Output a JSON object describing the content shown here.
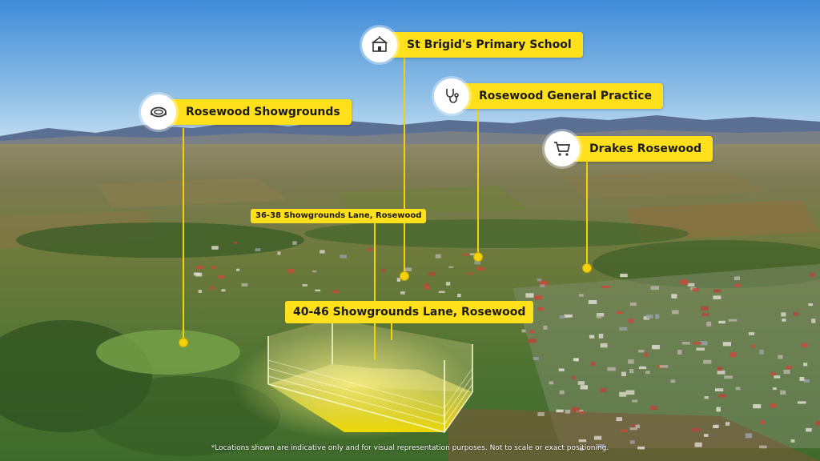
{
  "labels": {
    "showgrounds": "Rosewood Showgrounds",
    "school": "St Brigid's Primary School",
    "practice": "Rosewood General Practice",
    "drakes": "Drakes Rosewood",
    "lane_36": "36-38 Showgrounds Lane, Rosewood",
    "lane_40": "40-46 Showgrounds Lane, Rosewood"
  },
  "icons": {
    "showgrounds": "arena-icon",
    "school": "school-icon",
    "practice": "stethoscope-icon",
    "drakes": "shopping-cart-icon"
  },
  "colors": {
    "accent": "#ffe01b",
    "sky_top": "#3f8bd8",
    "sky_horizon": "#c4def0"
  },
  "footnote": "*Locations shown are indicative only and for visual representation purposes. Not to scale or exact positioning."
}
